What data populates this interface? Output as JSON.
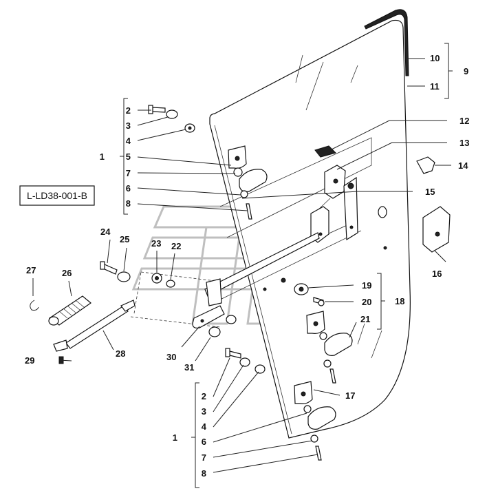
{
  "drawing_code": "L-LD38-001-B",
  "callouts": {
    "c1_top": "1",
    "c2_top": "2",
    "c3_top": "3",
    "c4_top": "4",
    "c5_top": "5",
    "c7_top": "7",
    "c6_top": "6",
    "c8_top": "8",
    "c9": "9",
    "c10": "10",
    "c11": "11",
    "c12": "12",
    "c13": "13",
    "c14": "14",
    "c15": "15",
    "c16": "16",
    "c17": "17",
    "c18": "18",
    "c19": "19",
    "c20": "20",
    "c21": "21",
    "c22": "22",
    "c23": "23",
    "c24": "24",
    "c25": "25",
    "c26": "26",
    "c27": "27",
    "c28": "28",
    "c29": "29",
    "c30": "30",
    "c31": "31",
    "c1_bot": "1",
    "c2_bot": "2",
    "c3_bot": "3",
    "c4_bot": "4",
    "c6_bot": "6",
    "c7_bot": "7",
    "c8_bot": "8"
  }
}
